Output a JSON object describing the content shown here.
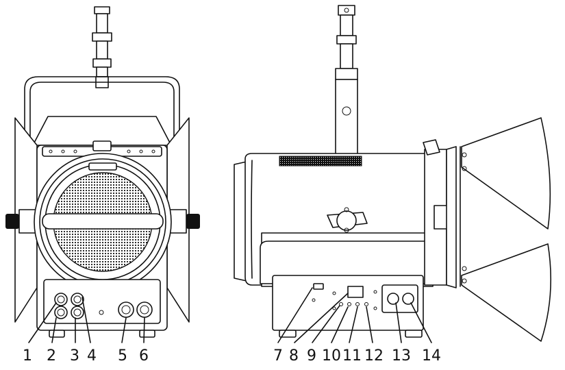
{
  "figure": {
    "views": [
      "front",
      "side"
    ],
    "callouts": [
      {
        "id": "1",
        "label": "1"
      },
      {
        "id": "2",
        "label": "2"
      },
      {
        "id": "3",
        "label": "3"
      },
      {
        "id": "4",
        "label": "4"
      },
      {
        "id": "5",
        "label": "5"
      },
      {
        "id": "6",
        "label": "6"
      },
      {
        "id": "7",
        "label": "7"
      },
      {
        "id": "8",
        "label": "8"
      },
      {
        "id": "9",
        "label": "9"
      },
      {
        "id": "10",
        "label": "10"
      },
      {
        "id": "11",
        "label": "11"
      },
      {
        "id": "12",
        "label": "12"
      },
      {
        "id": "13",
        "label": "13"
      },
      {
        "id": "14",
        "label": "14"
      }
    ],
    "colors": {
      "line": "#111111",
      "background": "#ffffff",
      "grille": "#111111"
    }
  }
}
